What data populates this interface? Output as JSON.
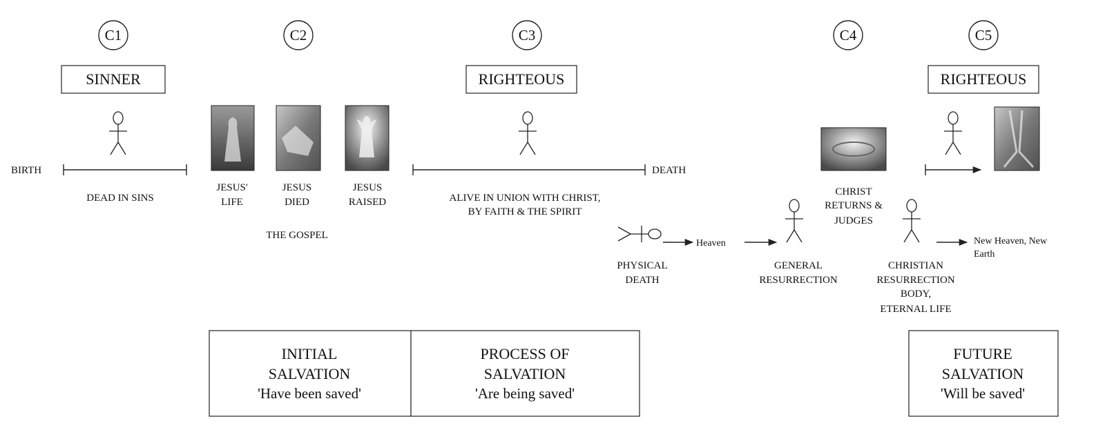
{
  "stages": [
    "C1",
    "C2",
    "C3",
    "C4",
    "C5"
  ],
  "status": {
    "c1": "SINNER",
    "c3": "RIGHTEOUS",
    "c5": "RIGHTEOUS"
  },
  "timeline": {
    "birth": "BIRTH",
    "dead": "DEAD IN SINS",
    "death": "DEATH",
    "alive_line1": "ALIVE IN UNION WITH CHRIST,",
    "alive_line2": "BY FAITH & THE SPIRIT"
  },
  "gospel": {
    "life": [
      "JESUS'",
      "LIFE"
    ],
    "died": [
      "JESUS",
      "DIED"
    ],
    "raised": [
      "JESUS",
      "RAISED"
    ],
    "label": "THE GOSPEL"
  },
  "after_death": {
    "physical": [
      "PHYSICAL",
      "DEATH"
    ],
    "heaven": "Heaven",
    "general": [
      "GENERAL",
      "RESURRECTION"
    ],
    "returns": [
      "CHRIST",
      "RETURNS &",
      "JUDGES"
    ],
    "christian": [
      "CHRISTIAN",
      "RESURRECTION",
      "BODY,",
      "ETERNAL LIFE"
    ],
    "new_heaven": [
      "New Heaven, New",
      "Earth"
    ]
  },
  "salvation": {
    "initial": {
      "title1": "INITIAL",
      "title2": "SALVATION",
      "sub": "'Have been saved'"
    },
    "process": {
      "title1": "PROCESS OF",
      "title2": "SALVATION",
      "sub": "'Are being saved'"
    },
    "future": {
      "title1": "FUTURE",
      "title2": "SALVATION",
      "sub": "'Will be saved'"
    }
  }
}
